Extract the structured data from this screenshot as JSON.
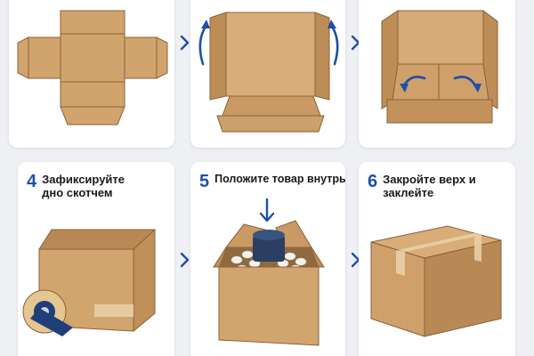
{
  "steps": [
    {
      "number": "",
      "text": ""
    },
    {
      "number": "",
      "text": ""
    },
    {
      "number": "",
      "text": ""
    },
    {
      "number": "4",
      "text": "Зафиксируйте дно скотчем"
    },
    {
      "number": "5",
      "text": "Положите товар внутрь"
    },
    {
      "number": "6",
      "text": "Закройте верх и заклейте"
    }
  ],
  "colors": {
    "accent": "#1f4fa8",
    "cardboard": "#c99a63",
    "cardboard_dark": "#a8794a",
    "cardboard_light": "#dcb17c",
    "panel": "#ffffff",
    "background": "#eef0f3"
  },
  "icons": [
    "chevron-right-icon",
    "rotate-arrow-icon",
    "down-arrow-icon",
    "tape-dispenser-icon",
    "product-jar-icon"
  ]
}
